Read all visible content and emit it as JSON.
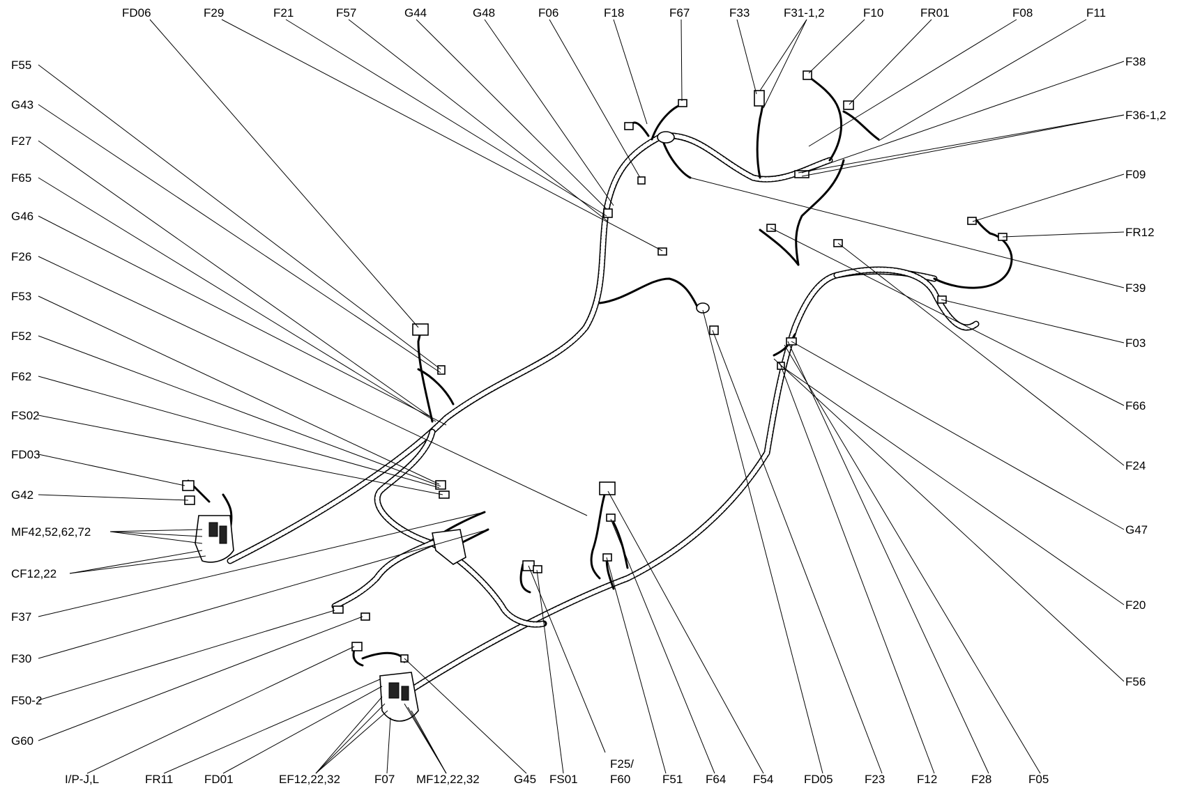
{
  "labels": {
    "FD06": "FD06",
    "F29": "F29",
    "F21": "F21",
    "F57": "F57",
    "G44": "G44",
    "G48": "G48",
    "F06": "F06",
    "F18": "F18",
    "F67": "F67",
    "F33": "F33",
    "F31_12": "F31-1,2",
    "F10": "F10",
    "FR01": "FR01",
    "F08": "F08",
    "F11": "F11",
    "F38": "F38",
    "F36_12": "F36-1,2",
    "F09": "F09",
    "FR12": "FR12",
    "F39": "F39",
    "F03": "F03",
    "F66": "F66",
    "F24": "F24",
    "G47": "G47",
    "F20": "F20",
    "F56": "F56",
    "F55": "F55",
    "G43": "G43",
    "F27": "F27",
    "F65": "F65",
    "G46": "G46",
    "F26": "F26",
    "F53": "F53",
    "F52": "F52",
    "F62": "F62",
    "FS02": "FS02",
    "FD03": "FD03",
    "G42": "G42",
    "MF42_52_62_72": "MF42,52,62,72",
    "CF12_22": "CF12,22",
    "F37": "F37",
    "F30": "F30",
    "F50_2": "F50-2",
    "G60": "G60",
    "IPJL": "I/P-J,L",
    "FR11": "FR11",
    "FD01": "FD01",
    "EF12_22_32": "EF12,22,32",
    "F07": "F07",
    "MF12_22_32": "MF12,22,32",
    "G45": "G45",
    "FS01": "FS01",
    "F25_F60_a": "F25/",
    "F25_F60_b": "F60",
    "F51": "F51",
    "F64": "F64",
    "F54": "F54",
    "FD05": "FD05",
    "F23": "F23",
    "F12": "F12",
    "F28": "F28",
    "F05": "F05"
  }
}
